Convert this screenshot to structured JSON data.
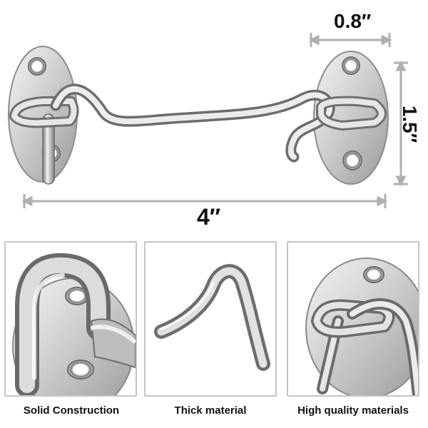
{
  "dimensions": {
    "width_label": "0.8″",
    "height_label": "1.5″",
    "length_label": "4″"
  },
  "features": [
    {
      "caption": "Solid Construction"
    },
    {
      "caption": "Thick material"
    },
    {
      "caption": "High quality materials"
    }
  ],
  "colors": {
    "metal_light": "#f2f2f2",
    "metal_mid": "#c8c8c8",
    "metal_dark": "#7e7e7e",
    "dimension_line": "#b0b0b0",
    "panel_border": "#c4c4c4"
  }
}
